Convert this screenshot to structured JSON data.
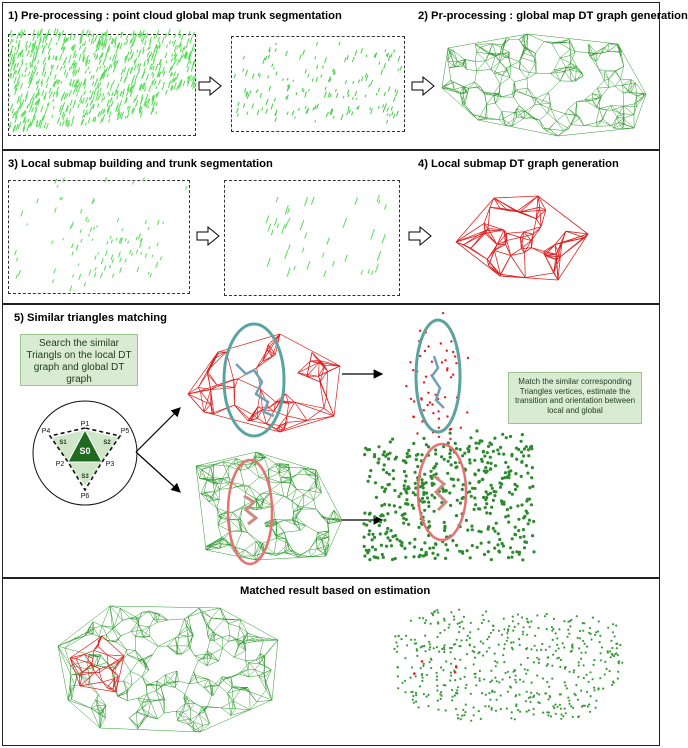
{
  "steps": {
    "s1": "1) Pre-processing : point cloud global map trunk segmentation",
    "s2": "2) Pr-processing : global map DT graph generation",
    "s3": "3) Local submap building and trunk segmentation",
    "s4": "4) Local submap DT graph generation",
    "s5": "5) Similar triangles matching"
  },
  "notes": {
    "search": "Search the similar Triangls on the local DT graph and  global DT graph",
    "match": "Match the similar corresponding Triangles vertices, estimate the transition and orientation between local and global"
  },
  "triangle_labels": {
    "center": "S0",
    "s1": "S1",
    "s2": "S2",
    "s3": "S3",
    "p1": "P1",
    "p2": "P2",
    "p3": "P3",
    "p4": "P4",
    "p5": "P5",
    "p6": "P6"
  },
  "result_title": "Matched result based on estimation",
  "colors": {
    "green": "#2e9a2e",
    "light_green": "#55dd55",
    "red": "#e02020",
    "teal": "#5aa3a0",
    "salmon": "#e77070",
    "note_bg": "#d9ecd3"
  }
}
